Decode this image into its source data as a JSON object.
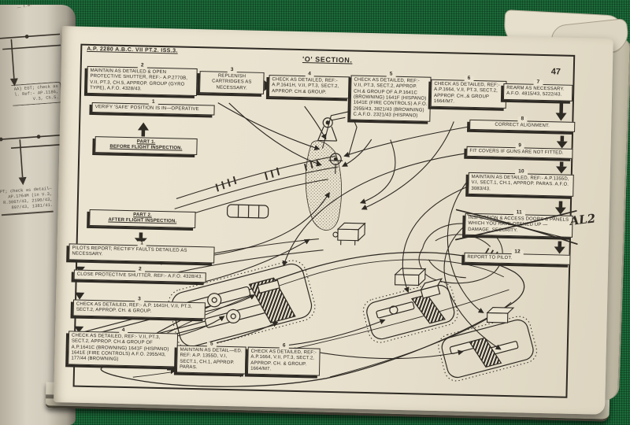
{
  "page": {
    "header": "A.P. 2280 A.B.C. VII PT.2. ISS.3.",
    "section_title": "'O' SECTION.",
    "page_number": "47",
    "margin_note": "AL2"
  },
  "before_flight": {
    "part_label": {
      "line1": "PART 1.",
      "line2": "BEFORE FLIGHT INSPECTION."
    },
    "boxes": [
      {
        "num": "1",
        "text": "VERIFY 'SAFE' POSITION IS IN—OPERATIVE"
      },
      {
        "num": "2",
        "text": "MAINTAIN AS DETAILED & OPEN PROTECTIVE SHUTTER, REF:- A.P.2770B, V.II, PT.3, CH.5, APPROP. GROUP (GYRO TYPE), A.F.O. 4328/43."
      },
      {
        "num": "3",
        "text": "REPLENISH CARTRIDGES AS NECESSARY."
      },
      {
        "num": "4",
        "text": "CHECK AS DETAILED, REF:- A.P.1641H, V.II, PT.3, SECT.2, APPROP. CH.& GROUP."
      },
      {
        "num": "5",
        "text": "CHECK AS DETAILED, REF:- V.II, PT.3, SECT.2, APPROP. CH.& GROUP OF A.P.1641C (BROWNING) 1641F (HISPANO) 1641E (FIRE CONTROLS) A.F.O. 2955/43, 3821/43 (BROWNING) C.A.F.O. 2321/43 (HISPANO)"
      },
      {
        "num": "6",
        "text": "CHECK AS DETAILED, REF:- A.P.1664, V.II, PT.3, SECT.2, APPROP. CH.,& GROUP 1664/M7."
      },
      {
        "num": "7",
        "text": "REARM AS NECESSARY. A.F.O. 4815/43, 5222/43."
      },
      {
        "num": "8",
        "text": "CORRECT ALIGNMENT."
      },
      {
        "num": "9",
        "text": "FIT COVERS IF GUNS ARE NOT FITTED."
      },
      {
        "num": "10",
        "text": "MAINTAIN AS DETAILED, REF:- A.P.1355D, V.I, SECT.1, CH.1, APPROP. PARAS. A.F.O. 3083/43."
      },
      {
        "num": "11",
        "text": "INSPECTION & ACCESS DOORS & PANELS WHICH YOU HAVE OPENED UP — DAMAGE, SECURITY.",
        "crossed_out": true
      },
      {
        "num": "12",
        "text": "REPORT TO PILOT."
      }
    ]
  },
  "after_flight": {
    "part_label": {
      "line1": "PART 2.",
      "line2": "AFTER FLIGHT INSPECTION."
    },
    "boxes": [
      {
        "num": "1",
        "text": "PILOTS REPORT; RECTIFY FAULTS DETAILED AS NECESSARY."
      },
      {
        "num": "2",
        "text": "CLOSE PROTECTIVE SHUTTER. REF:- A.F.O. 4328/43."
      },
      {
        "num": "3",
        "text": "CHECK AS DETAILED, REF:- A.P. 1641H, V.II, PT.3, SECT.2, APPROP. CH. & GROUP."
      },
      {
        "num": "4",
        "text": "CHECK AS DETAILED, REF:- V.II, PT.3, SECT.2, APPROP. CH.& GROUP OF A.P.1641C (BROWNING) 1641F (HISPANO) 1641E (FIRE CONTROLS) A.F.O. 2955/43, 177/44 (BROWNING)"
      },
      {
        "num": "5",
        "text": "MAINTAIN AS DETAIL—ED. REF: A.P. 1355D, V.I, SECT.1, CH.1, APPROP. PARAS."
      },
      {
        "num": "6",
        "text": "CHECK AS DETAILED, REF:- A.P.1664, V.II, PT.3, SECT.2, APPROP. CH. & GROUP. 1664/M7."
      }
    ]
  },
  "left_page": {
    "top_marks": "— I.S. —",
    "fragment1": {
      "lines": [
        "AA) EGT; check as",
        "l. Ref:- AP.1186,",
        "V.3, Ch.5."
      ]
    },
    "fragment2": {
      "lines": [
        "PT; check as detail—",
        "AP.1764M (in V.3,",
        "R.3067/43, 2190/43,",
        "897/43, 1381/41."
      ]
    }
  },
  "colors": {
    "fabric_green": "#1c6a39",
    "paper": "#e9e2cf",
    "ink": "#2e2a24"
  }
}
